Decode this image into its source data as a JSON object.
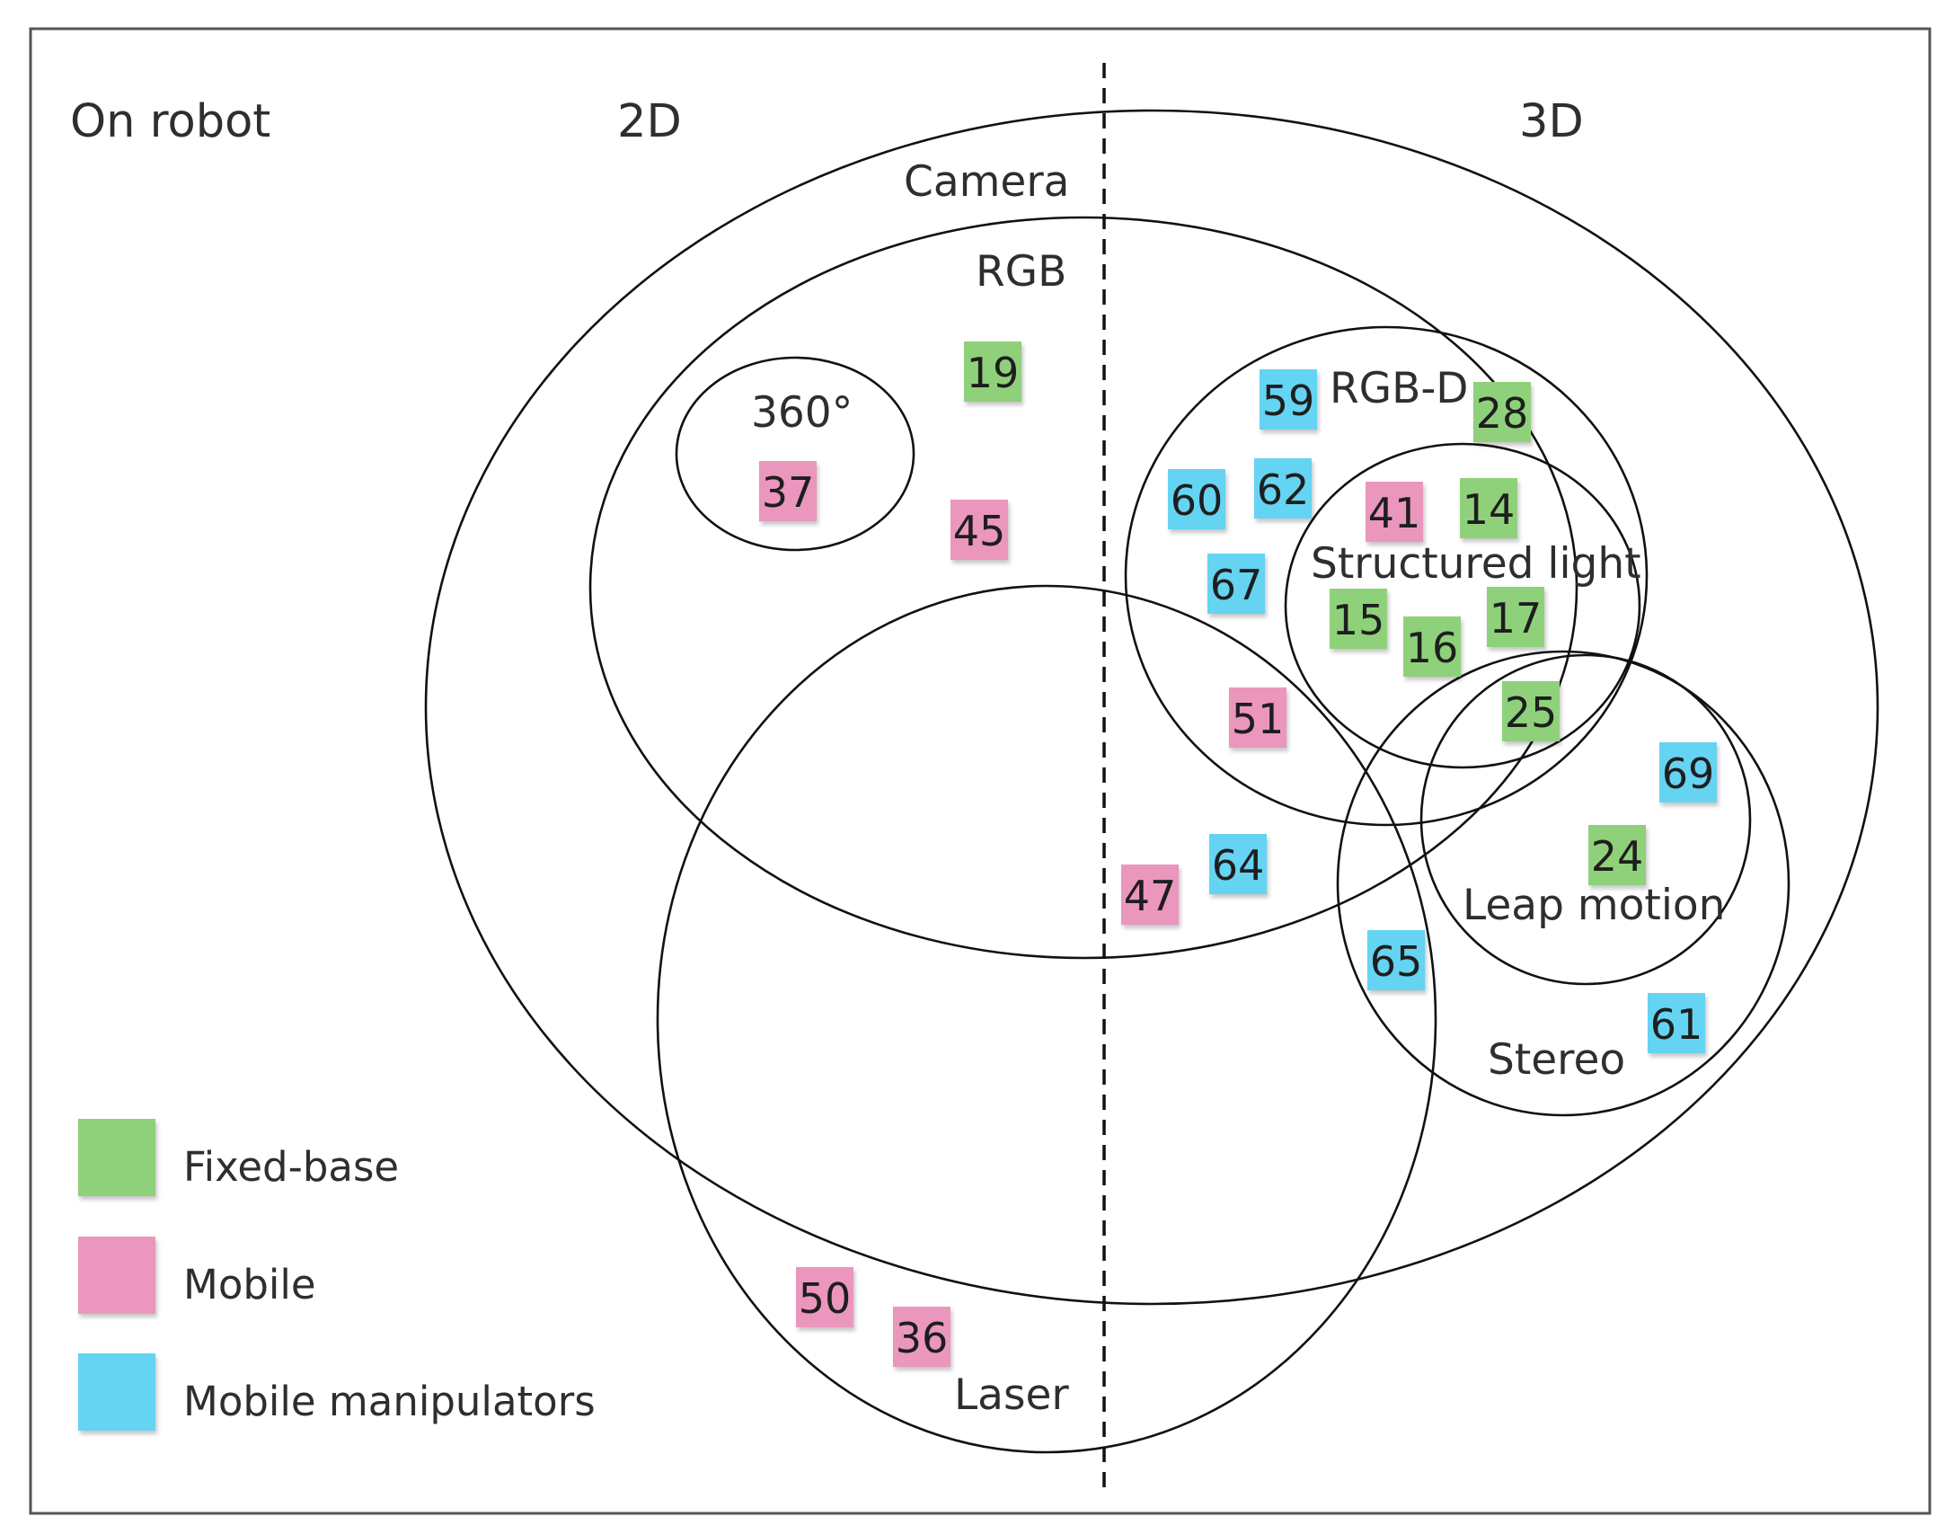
{
  "header": {
    "left_label": "On robot",
    "column_2d": "2D",
    "column_3d": "3D"
  },
  "sets": {
    "camera": "Camera",
    "rgb": "RGB",
    "deg360": "360°",
    "rgbd": "RGB-D",
    "structured_light": "Structured light",
    "laser": "Laser",
    "stereo": "Stereo",
    "leap_motion": "Leap motion"
  },
  "legend": {
    "items": [
      {
        "label": "Fixed-base",
        "color": "#8fd17a"
      },
      {
        "label": "Mobile",
        "color": "#eb96bd"
      },
      {
        "label": "Mobile manipulators",
        "color": "#65d3f2"
      }
    ]
  },
  "notes": [
    {
      "id": "19",
      "category": "Fixed-base",
      "color": "#8fd17a"
    },
    {
      "id": "37",
      "category": "Mobile",
      "color": "#eb96bd"
    },
    {
      "id": "45",
      "category": "Mobile",
      "color": "#eb96bd"
    },
    {
      "id": "59",
      "category": "Mobile manipulators",
      "color": "#65d3f2"
    },
    {
      "id": "28",
      "category": "Fixed-base",
      "color": "#8fd17a"
    },
    {
      "id": "60",
      "category": "Mobile manipulators",
      "color": "#65d3f2"
    },
    {
      "id": "62",
      "category": "Mobile manipulators",
      "color": "#65d3f2"
    },
    {
      "id": "41",
      "category": "Mobile",
      "color": "#eb96bd"
    },
    {
      "id": "14",
      "category": "Fixed-base",
      "color": "#8fd17a"
    },
    {
      "id": "67",
      "category": "Mobile manipulators",
      "color": "#65d3f2"
    },
    {
      "id": "15",
      "category": "Fixed-base",
      "color": "#8fd17a"
    },
    {
      "id": "16",
      "category": "Fixed-base",
      "color": "#8fd17a"
    },
    {
      "id": "17",
      "category": "Fixed-base",
      "color": "#8fd17a"
    },
    {
      "id": "51",
      "category": "Mobile",
      "color": "#eb96bd"
    },
    {
      "id": "25",
      "category": "Fixed-base",
      "color": "#8fd17a"
    },
    {
      "id": "69",
      "category": "Mobile manipulators",
      "color": "#65d3f2"
    },
    {
      "id": "24",
      "category": "Fixed-base",
      "color": "#8fd17a"
    },
    {
      "id": "64",
      "category": "Mobile manipulators",
      "color": "#65d3f2"
    },
    {
      "id": "47",
      "category": "Mobile",
      "color": "#eb96bd"
    },
    {
      "id": "65",
      "category": "Mobile manipulators",
      "color": "#65d3f2"
    },
    {
      "id": "61",
      "category": "Mobile manipulators",
      "color": "#65d3f2"
    },
    {
      "id": "50",
      "category": "Mobile",
      "color": "#eb96bd"
    },
    {
      "id": "36",
      "category": "Mobile",
      "color": "#eb96bd"
    }
  ]
}
